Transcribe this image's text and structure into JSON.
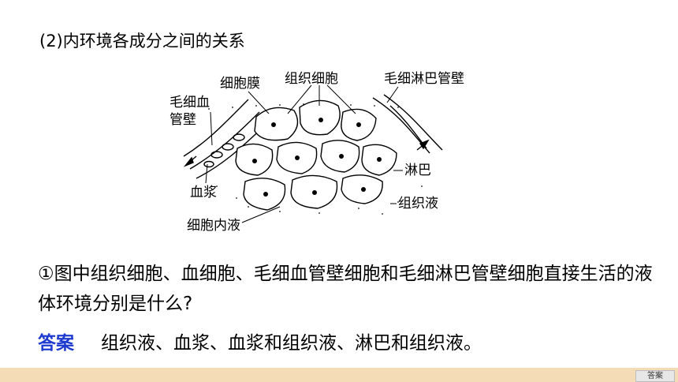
{
  "heading": "(2)内环境各成分之间的关系",
  "diagram": {
    "labels": {
      "cell_membrane": "细胞膜",
      "tissue_cells": "组织细胞",
      "lymph_capillary_wall": "毛细淋巴管壁",
      "capillary_wall_line1": "毛细血",
      "capillary_wall_line2": "管壁",
      "lymph": "淋巴",
      "plasma": "血浆",
      "tissue_fluid": "组织液",
      "intracellular_fluid": "细胞内液"
    }
  },
  "question": "①图中组织细胞、血细胞、毛细血管壁细胞和毛细淋巴管壁细胞直接生活的液体环境分别是什么?",
  "answer": {
    "key_label": "答案",
    "text": "组织液、血浆、血浆和组织液、淋巴和组织液。"
  },
  "footer": {
    "answer_button": "答案"
  }
}
